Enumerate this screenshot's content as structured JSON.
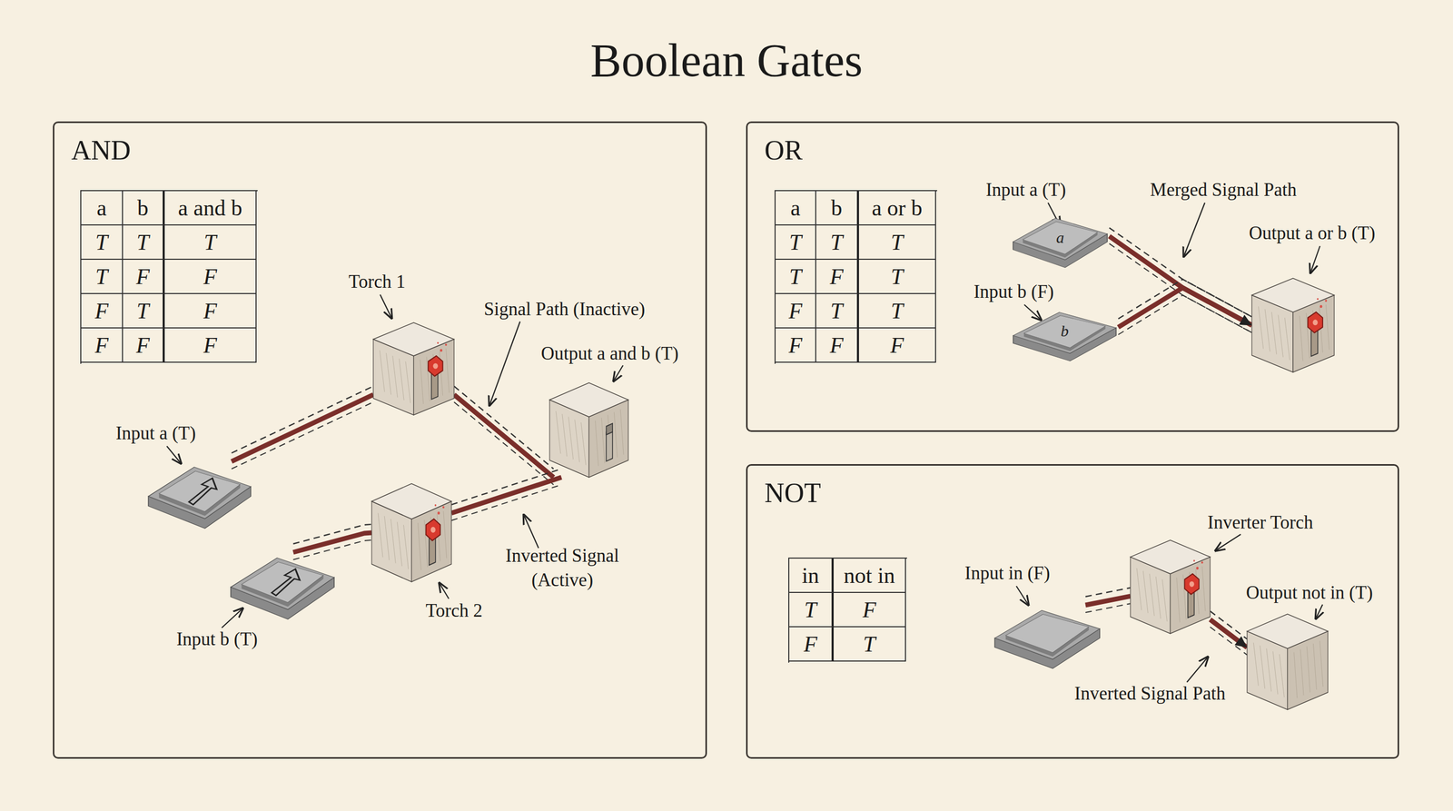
{
  "diagram": {
    "title": "Boolean Gates",
    "nodes": [
      {
        "text": [
          "AND"
        ]
      },
      {
        "text": [
          "Input a (T)"
        ],
        "in": 0
      },
      {
        "text": [
          "Torch 1"
        ],
        "in": 0
      },
      {
        "text": [
          "Output a and b (T)"
        ],
        "in": 0
      },
      {
        "text": [
          "Input b (T)"
        ],
        "in": 0
      },
      {
        "text": [
          "Torch 2"
        ],
        "in": 0
      },
      {
        "text": [
          "OR"
        ]
      },
      {
        "text": [
          "Input a (T)",
          "a"
        ],
        "in": 6
      },
      {
        "text": [
          "Input b (F)",
          "b"
        ],
        "in": 6
      },
      {
        "text": [
          "Output a or b (T)"
        ],
        "in": 6
      },
      {
        "text": [
          "NOT"
        ]
      },
      {
        "text": [
          "Input in (F)"
        ],
        "in": 10
      },
      {
        "text": [
          "Inverter Torch"
        ],
        "in": 10
      },
      {
        "text": [
          "Output not in (T)"
        ],
        "in": 10
      }
    ],
    "edges": [
      {
        "from": 1,
        "to": 2,
        "arrow": "none"
      },
      {
        "from": 2,
        "to": 3,
        "arrow": "none"
      },
      {
        "from": 4,
        "to": 5,
        "arrow": "none"
      },
      {
        "from": 5,
        "to": 3,
        "arrow": "none"
      },
      {
        "from": 7,
        "to": 9,
        "arrow": "to"
      },
      {
        "from": 8,
        "to": 9,
        "arrow": "to"
      },
      {
        "from": 11,
        "to": 12,
        "arrow": "none"
      },
      {
        "from": 12,
        "to": 13,
        "arrow": "to"
      }
    ],
    "labels": [
      "a",
      "b",
      "a and b",
      "T",
      "T",
      "T",
      "T",
      "F",
      "F",
      "F",
      "T",
      "F",
      "F",
      "F",
      "F",
      "Signal Path (Inactive)",
      "Inverted Signal (Active)",
      "a",
      "b",
      "a or b",
      "T",
      "T",
      "T",
      "T",
      "F",
      "T",
      "F",
      "T",
      "T",
      "F",
      "F",
      "F",
      "Merged Signal Path",
      "in",
      "not in",
      "T",
      "F",
      "F",
      "T",
      "Inverted Signal Path"
    ]
  }
}
